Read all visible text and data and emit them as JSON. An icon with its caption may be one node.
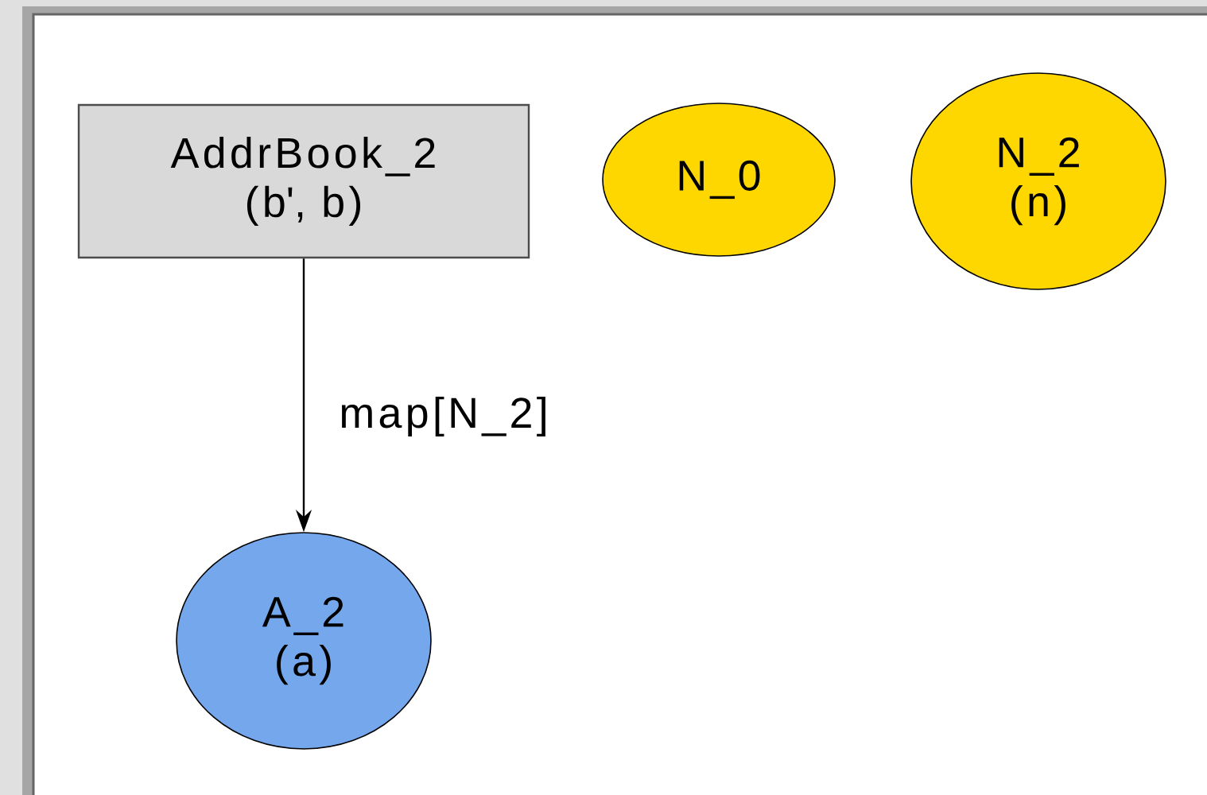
{
  "diagram": {
    "nodes": [
      {
        "text": [
          "AddrBook_2",
          "(b', b)"
        ]
      },
      {
        "text": [
          "N_0"
        ]
      },
      {
        "text": [
          "N_2",
          "(n)"
        ]
      },
      {
        "text": [
          "A_2",
          "(a)"
        ]
      }
    ],
    "edges": [
      {
        "from": 0,
        "to": 3,
        "arrow": "to",
        "label": "map[N_2]"
      }
    ]
  }
}
